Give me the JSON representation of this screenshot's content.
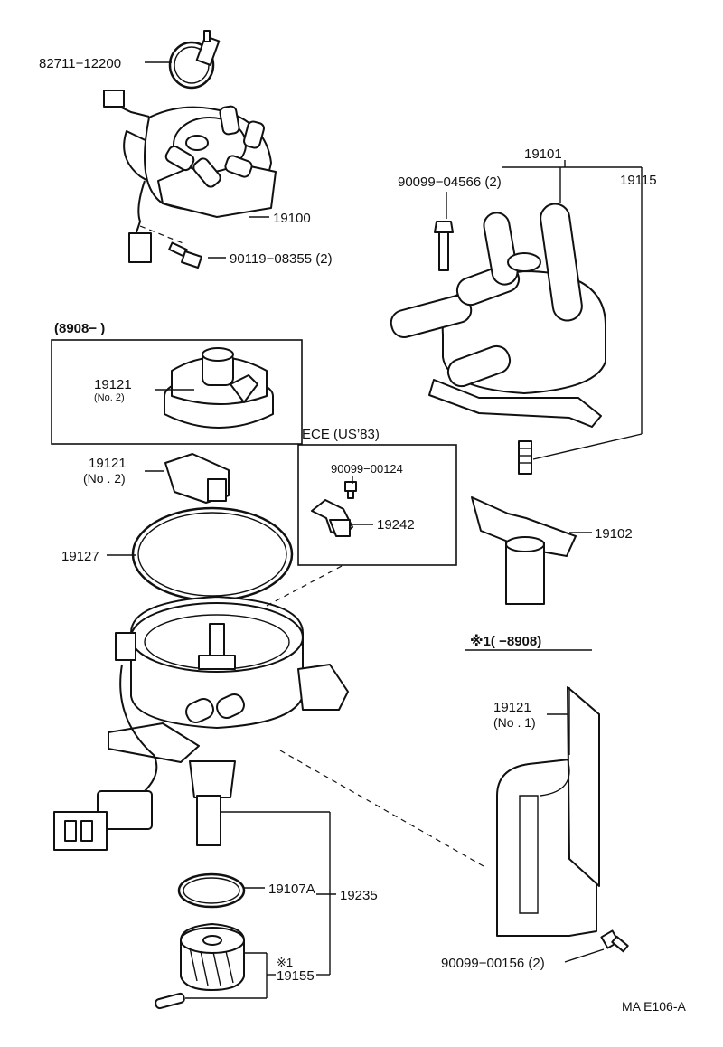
{
  "labels": {
    "p82711": "82711−12200",
    "p19100": "19100",
    "p90119": "90119−08355 (2)",
    "p19101": "19101",
    "p90099_04566": "90099−04566 (2)",
    "p19115": "19115",
    "box_8908_header": "(8908−          )",
    "p19121_box": "19121",
    "p19121_box_sub": "(No. 2)",
    "ece_header": "ECE (US’83)",
    "p90099_00124": "90099−00124",
    "p19242": "19242",
    "p19121_a": "19121",
    "p19121_a_sub": "(No . 2)",
    "p19127": "19127",
    "p19102": "19102",
    "note1_header": "※1(          −8908)",
    "p19121_b": "19121",
    "p19121_b_sub": "(No . 1)",
    "p19107a": "19107A",
    "p19235": "19235",
    "note1_mark": "※1",
    "p19155": "19155",
    "p90099_00156": "90099−00156 (2)",
    "drawing_code": "MA E106-A"
  },
  "icons": {
    "distributor": "distributor-assembly-icon",
    "cap": "distributor-cap-icon",
    "rotor": "rotor-icon",
    "gear": "drive-gear-icon",
    "bolt": "bolt-icon",
    "clamp": "hose-clamp-icon",
    "oring": "o-ring-icon",
    "shield": "dust-shield-icon"
  }
}
